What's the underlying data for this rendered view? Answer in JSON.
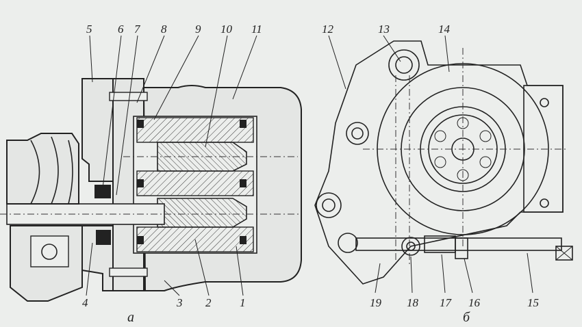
{
  "view_a": {
    "caption": "а",
    "labels": [
      "1",
      "2",
      "3",
      "4",
      "5",
      "6",
      "7",
      "8",
      "9",
      "10",
      "11"
    ]
  },
  "view_b": {
    "caption": "б",
    "labels": [
      "12",
      "13",
      "14",
      "15",
      "16",
      "17",
      "18",
      "19"
    ]
  }
}
